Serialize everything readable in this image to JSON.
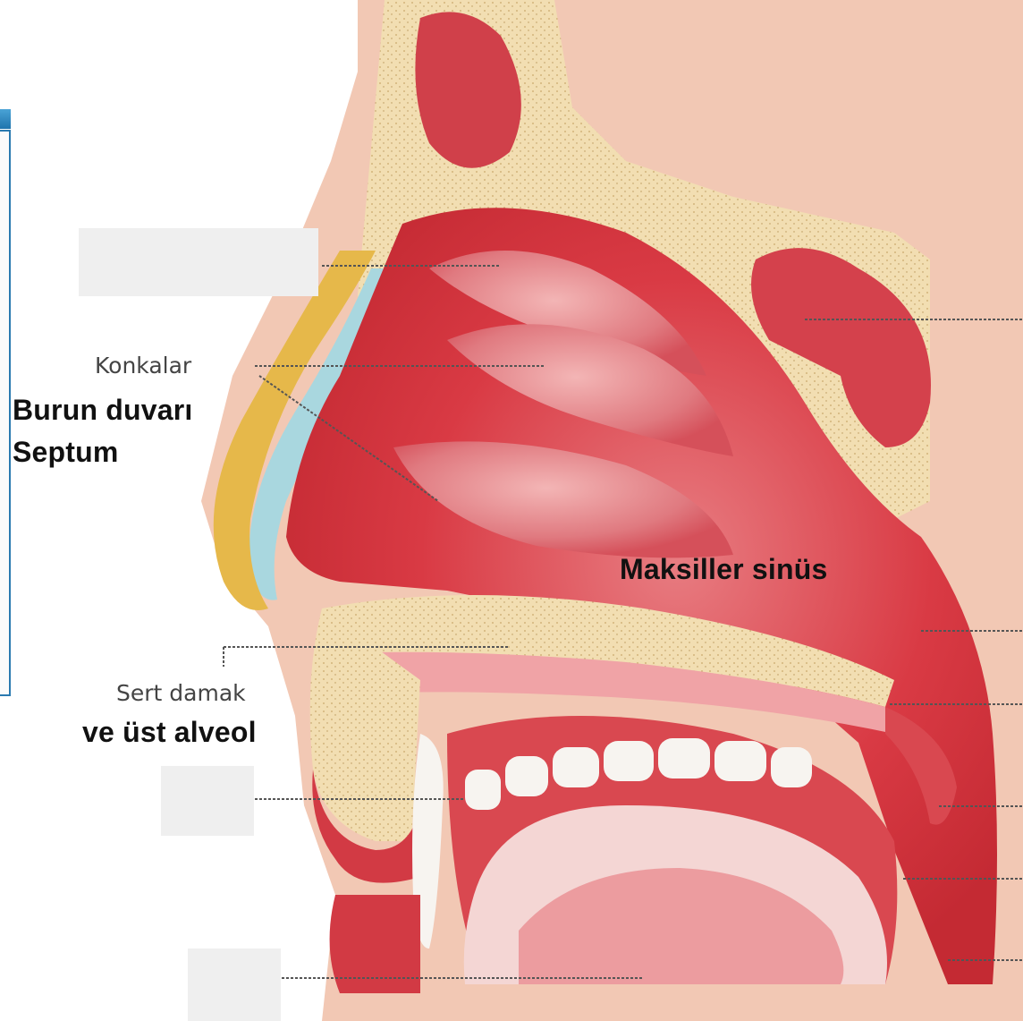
{
  "labels": {
    "konkalar": "Konkalar",
    "burun_duvari": "Burun duvarı",
    "septum": "Septum",
    "maksiller_sinus": "Maksiller sinüs",
    "sert_damak": "Sert damak",
    "ust_alveol": "ve üst alveol"
  },
  "colors": {
    "skin": "#f3c7b0",
    "tissue": "#d7343c",
    "tissue_light": "#e88a8c",
    "bone": "#f2deb2",
    "cartilage": "#a9d7df",
    "fat": "#e6b84a",
    "tooth": "#f7f4f0",
    "mask": "#efefef",
    "panel_border": "#2a7ab0"
  }
}
